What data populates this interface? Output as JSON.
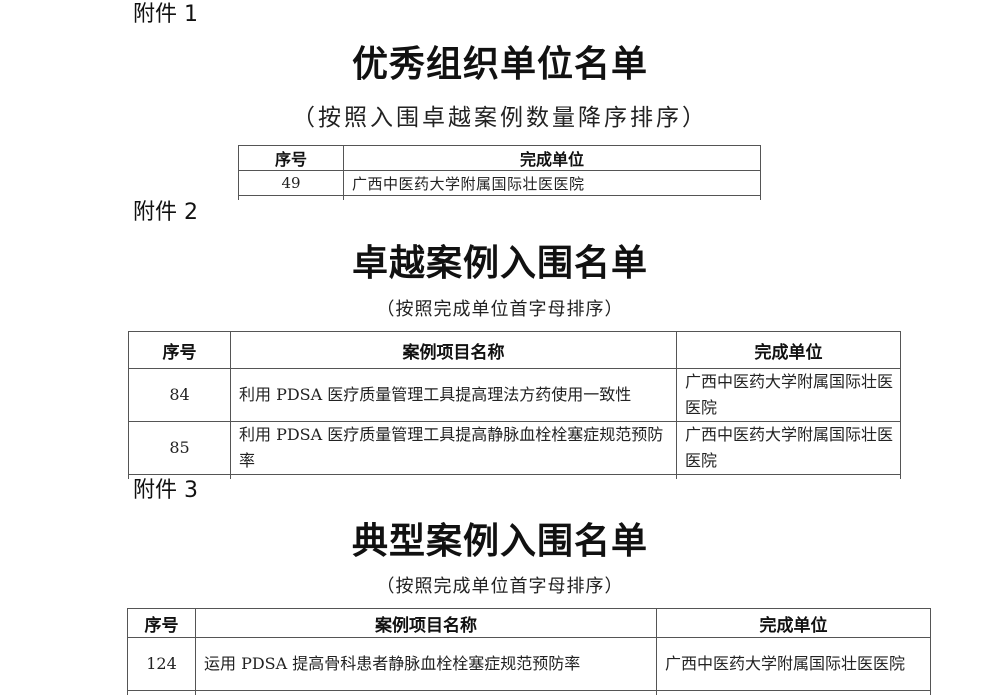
{
  "sections": [
    {
      "attachment_label": "附件 1",
      "title": "优秀组织单位名单",
      "subtitle": "（按照入围卓越案例数量降序排序）",
      "table": {
        "headers": [
          "序号",
          "完成单位"
        ],
        "rows": [
          {
            "no": "49",
            "unit": "广西中医药大学附属国际壮医医院"
          }
        ]
      }
    },
    {
      "attachment_label": "附件 2",
      "title": "卓越案例入围名单",
      "subtitle": "（按照完成单位首字母排序）",
      "table": {
        "headers": [
          "序号",
          "案例项目名称",
          "完成单位"
        ],
        "rows": [
          {
            "no": "84",
            "project": "利用 PDSA 医疗质量管理工具提高理法方药使用一致性",
            "unit": "广西中医药大学附属国际壮医医院"
          },
          {
            "no": "85",
            "project": "利用 PDSA 医疗质量管理工具提高静脉血栓栓塞症规范预防率",
            "unit": "广西中医药大学附属国际壮医医院"
          }
        ]
      }
    },
    {
      "attachment_label": "附件 3",
      "title": "典型案例入围名单",
      "subtitle": "（按照完成单位首字母排序）",
      "table": {
        "headers": [
          "序号",
          "案例项目名称",
          "完成单位"
        ],
        "rows": [
          {
            "no": "124",
            "project": "运用 PDSA 提高骨科患者静脉血栓栓塞症规范预防率",
            "unit": "广西中医药大学附属国际壮医医院"
          }
        ]
      }
    }
  ]
}
